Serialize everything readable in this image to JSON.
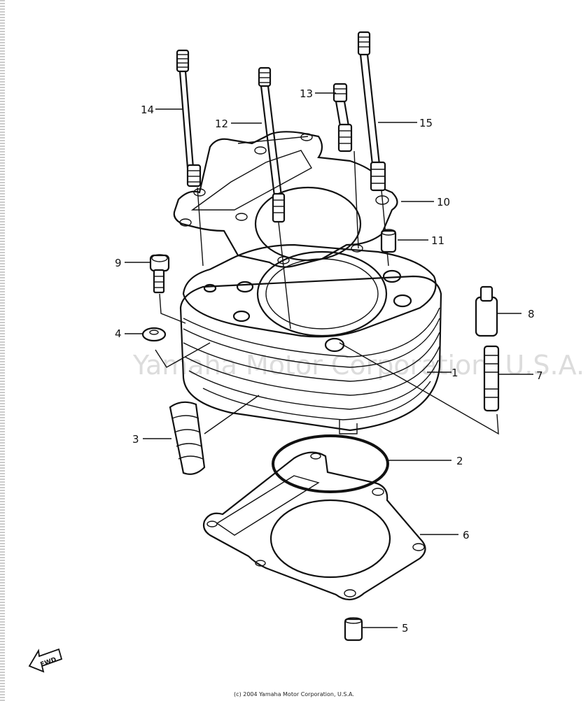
{
  "watermark": "Yamaha Motor Corporation, U.S.A.",
  "copyright": "(c) 2004 Yamaha Motor Corporation, U.S.A.",
  "fwd_label": "FWD",
  "callouts": [
    "1",
    "2",
    "3",
    "4",
    "5",
    "6",
    "7",
    "8",
    "9",
    "10",
    "11",
    "12",
    "13",
    "14",
    "15"
  ]
}
